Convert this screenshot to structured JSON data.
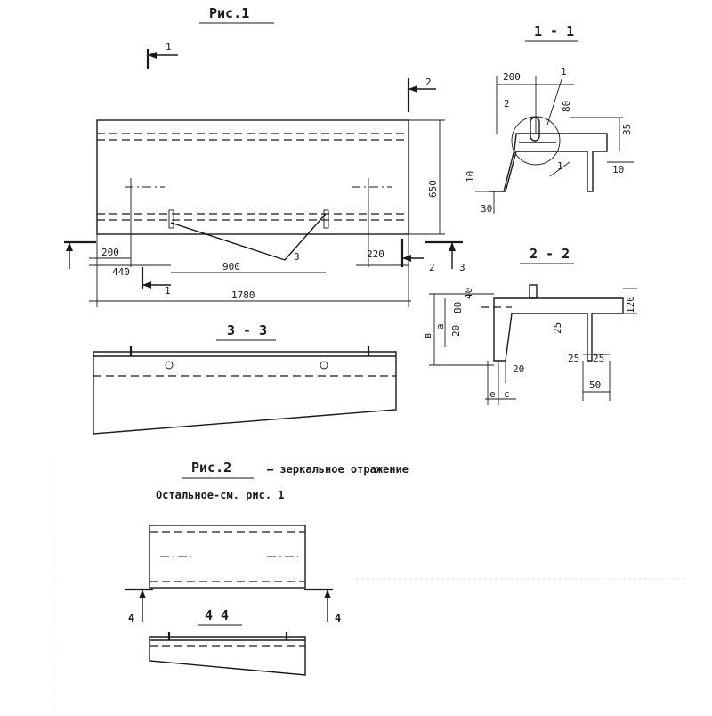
{
  "fig1": {
    "title": "Рис.1",
    "section_1_label": "1",
    "section_2_label": "2",
    "section_3_label": "3",
    "dim_height": "650",
    "dim_200": "200",
    "dim_440": "440",
    "dim_900": "900",
    "dim_220": "220",
    "dim_1780": "1780",
    "callout_3": "3"
  },
  "section_1_1": {
    "title": "1 - 1",
    "dim_200": "200",
    "callout_1_top": "1",
    "callout_2": "2",
    "dim_80": "80",
    "dim_35": "35",
    "dim_10_right": "10",
    "callout_1_bottom": "1",
    "dim_10_left": "10",
    "dim_30": "30"
  },
  "section_2_2": {
    "title": "2 - 2",
    "dim_40": "40",
    "dim_80": "80",
    "dim_a": "a",
    "dim_b": "в",
    "dim_20_left": "20",
    "dim_25_mid": "25",
    "dim_120": "120",
    "dim_20_bottom": "20",
    "dim_25_a": "25",
    "dim_25_b": "25",
    "dim_50": "50",
    "dim_e": "e",
    "dim_c": "c"
  },
  "section_3_3": {
    "title": "3 - 3"
  },
  "fig2": {
    "title": "Рис.2",
    "subtitle": "– зеркальное отражение",
    "note": "Остальное-см. рис. 1",
    "section_4_label": "4",
    "section_4_4_title": "4   4"
  }
}
